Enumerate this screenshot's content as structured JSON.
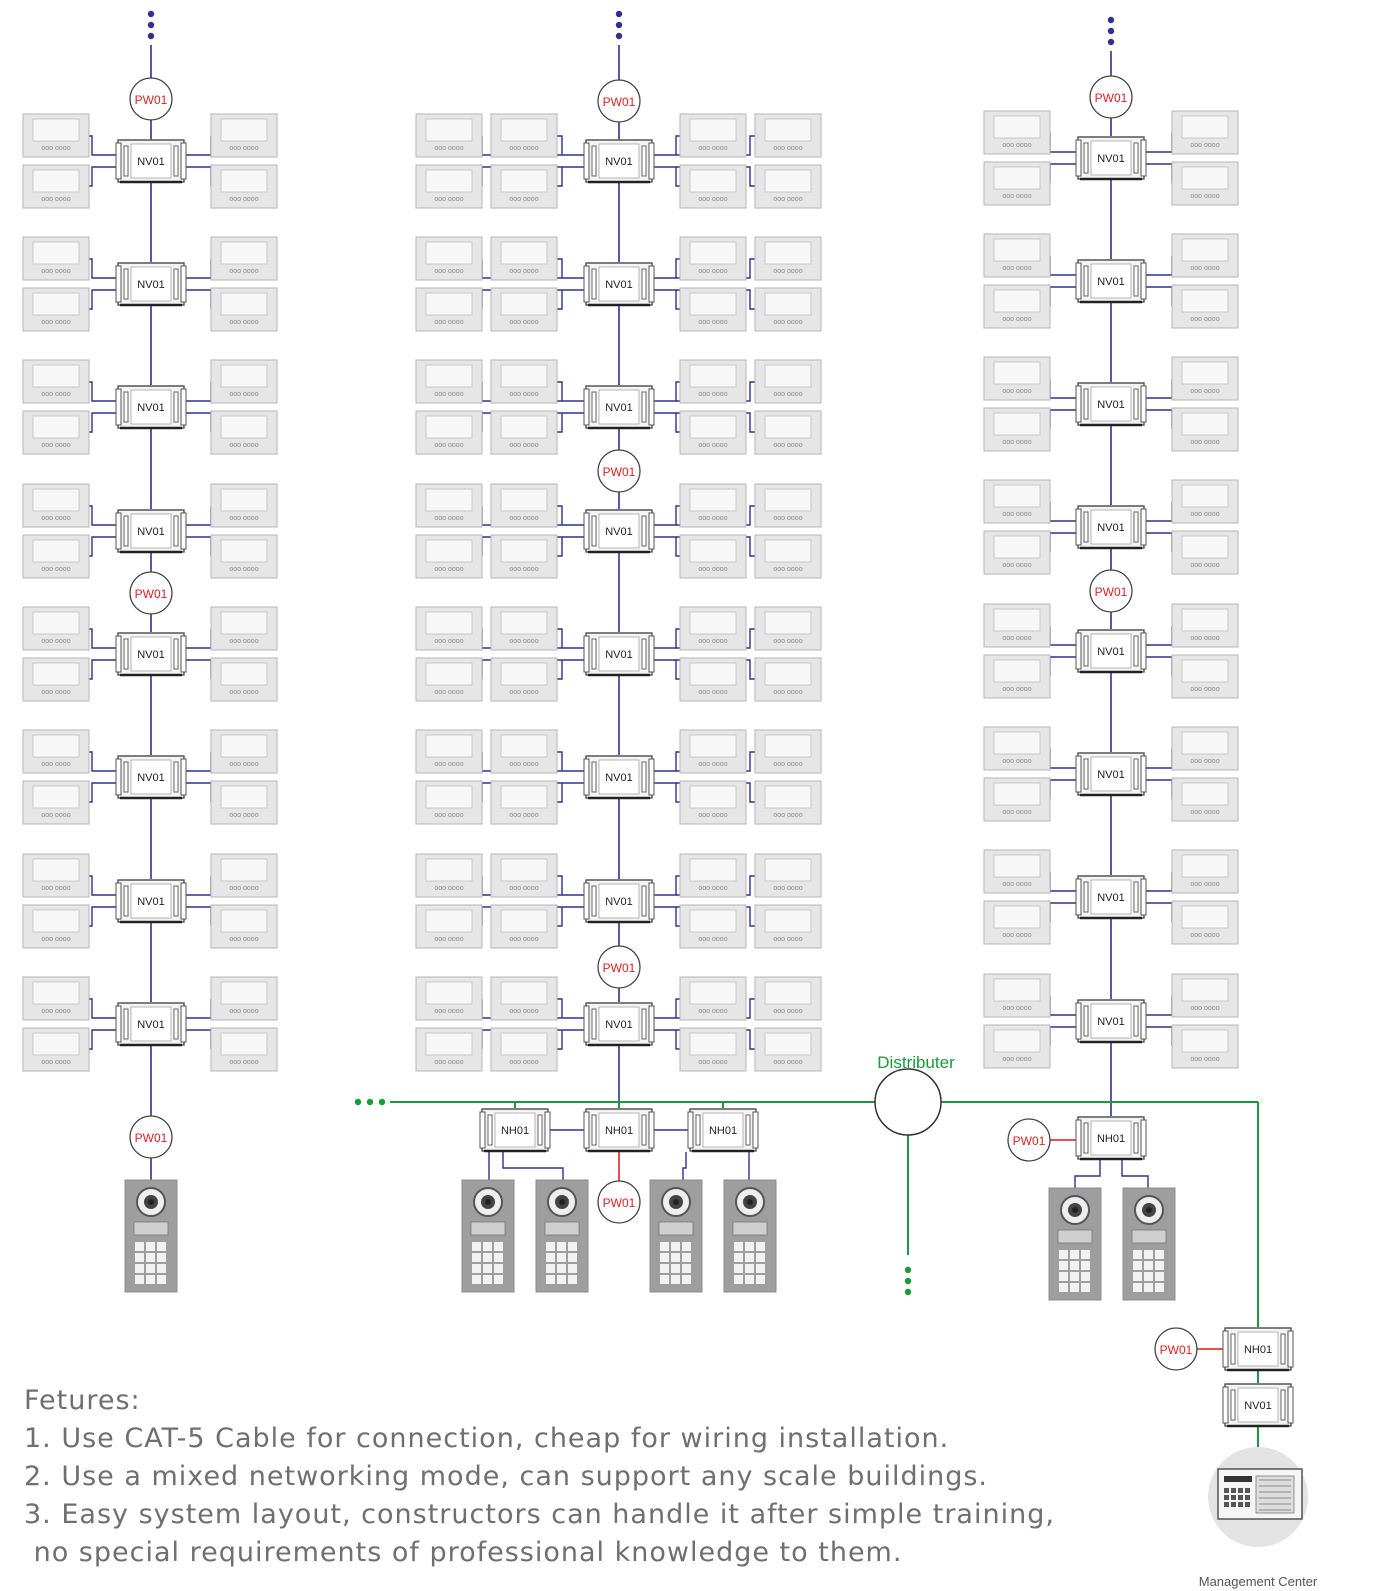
{
  "labels": {
    "power": "PW01",
    "video_distributor": "NV01",
    "hub": "NH01",
    "distributer": "Distributer",
    "management_center": "Management Center",
    "monitor_buttons": "ooo oooo"
  },
  "features": {
    "title": "Fetures:",
    "items": [
      "1. Use CAT-5 Cable for connection, cheap for wiring installation.",
      "2. Use a mixed networking mode, can support any scale buildings.",
      "3. Easy system layout, constructors can handle it after simple training,",
      " no special requirements of professional knowledge to them."
    ]
  },
  "colors": {
    "building_line": "#2e3192",
    "network_line": "#1a9a3a",
    "power_line": "#e53935",
    "power_text": "#e02020",
    "device_fill": "#e6e6e6",
    "panel_fill": "#9e9e9e"
  }
}
